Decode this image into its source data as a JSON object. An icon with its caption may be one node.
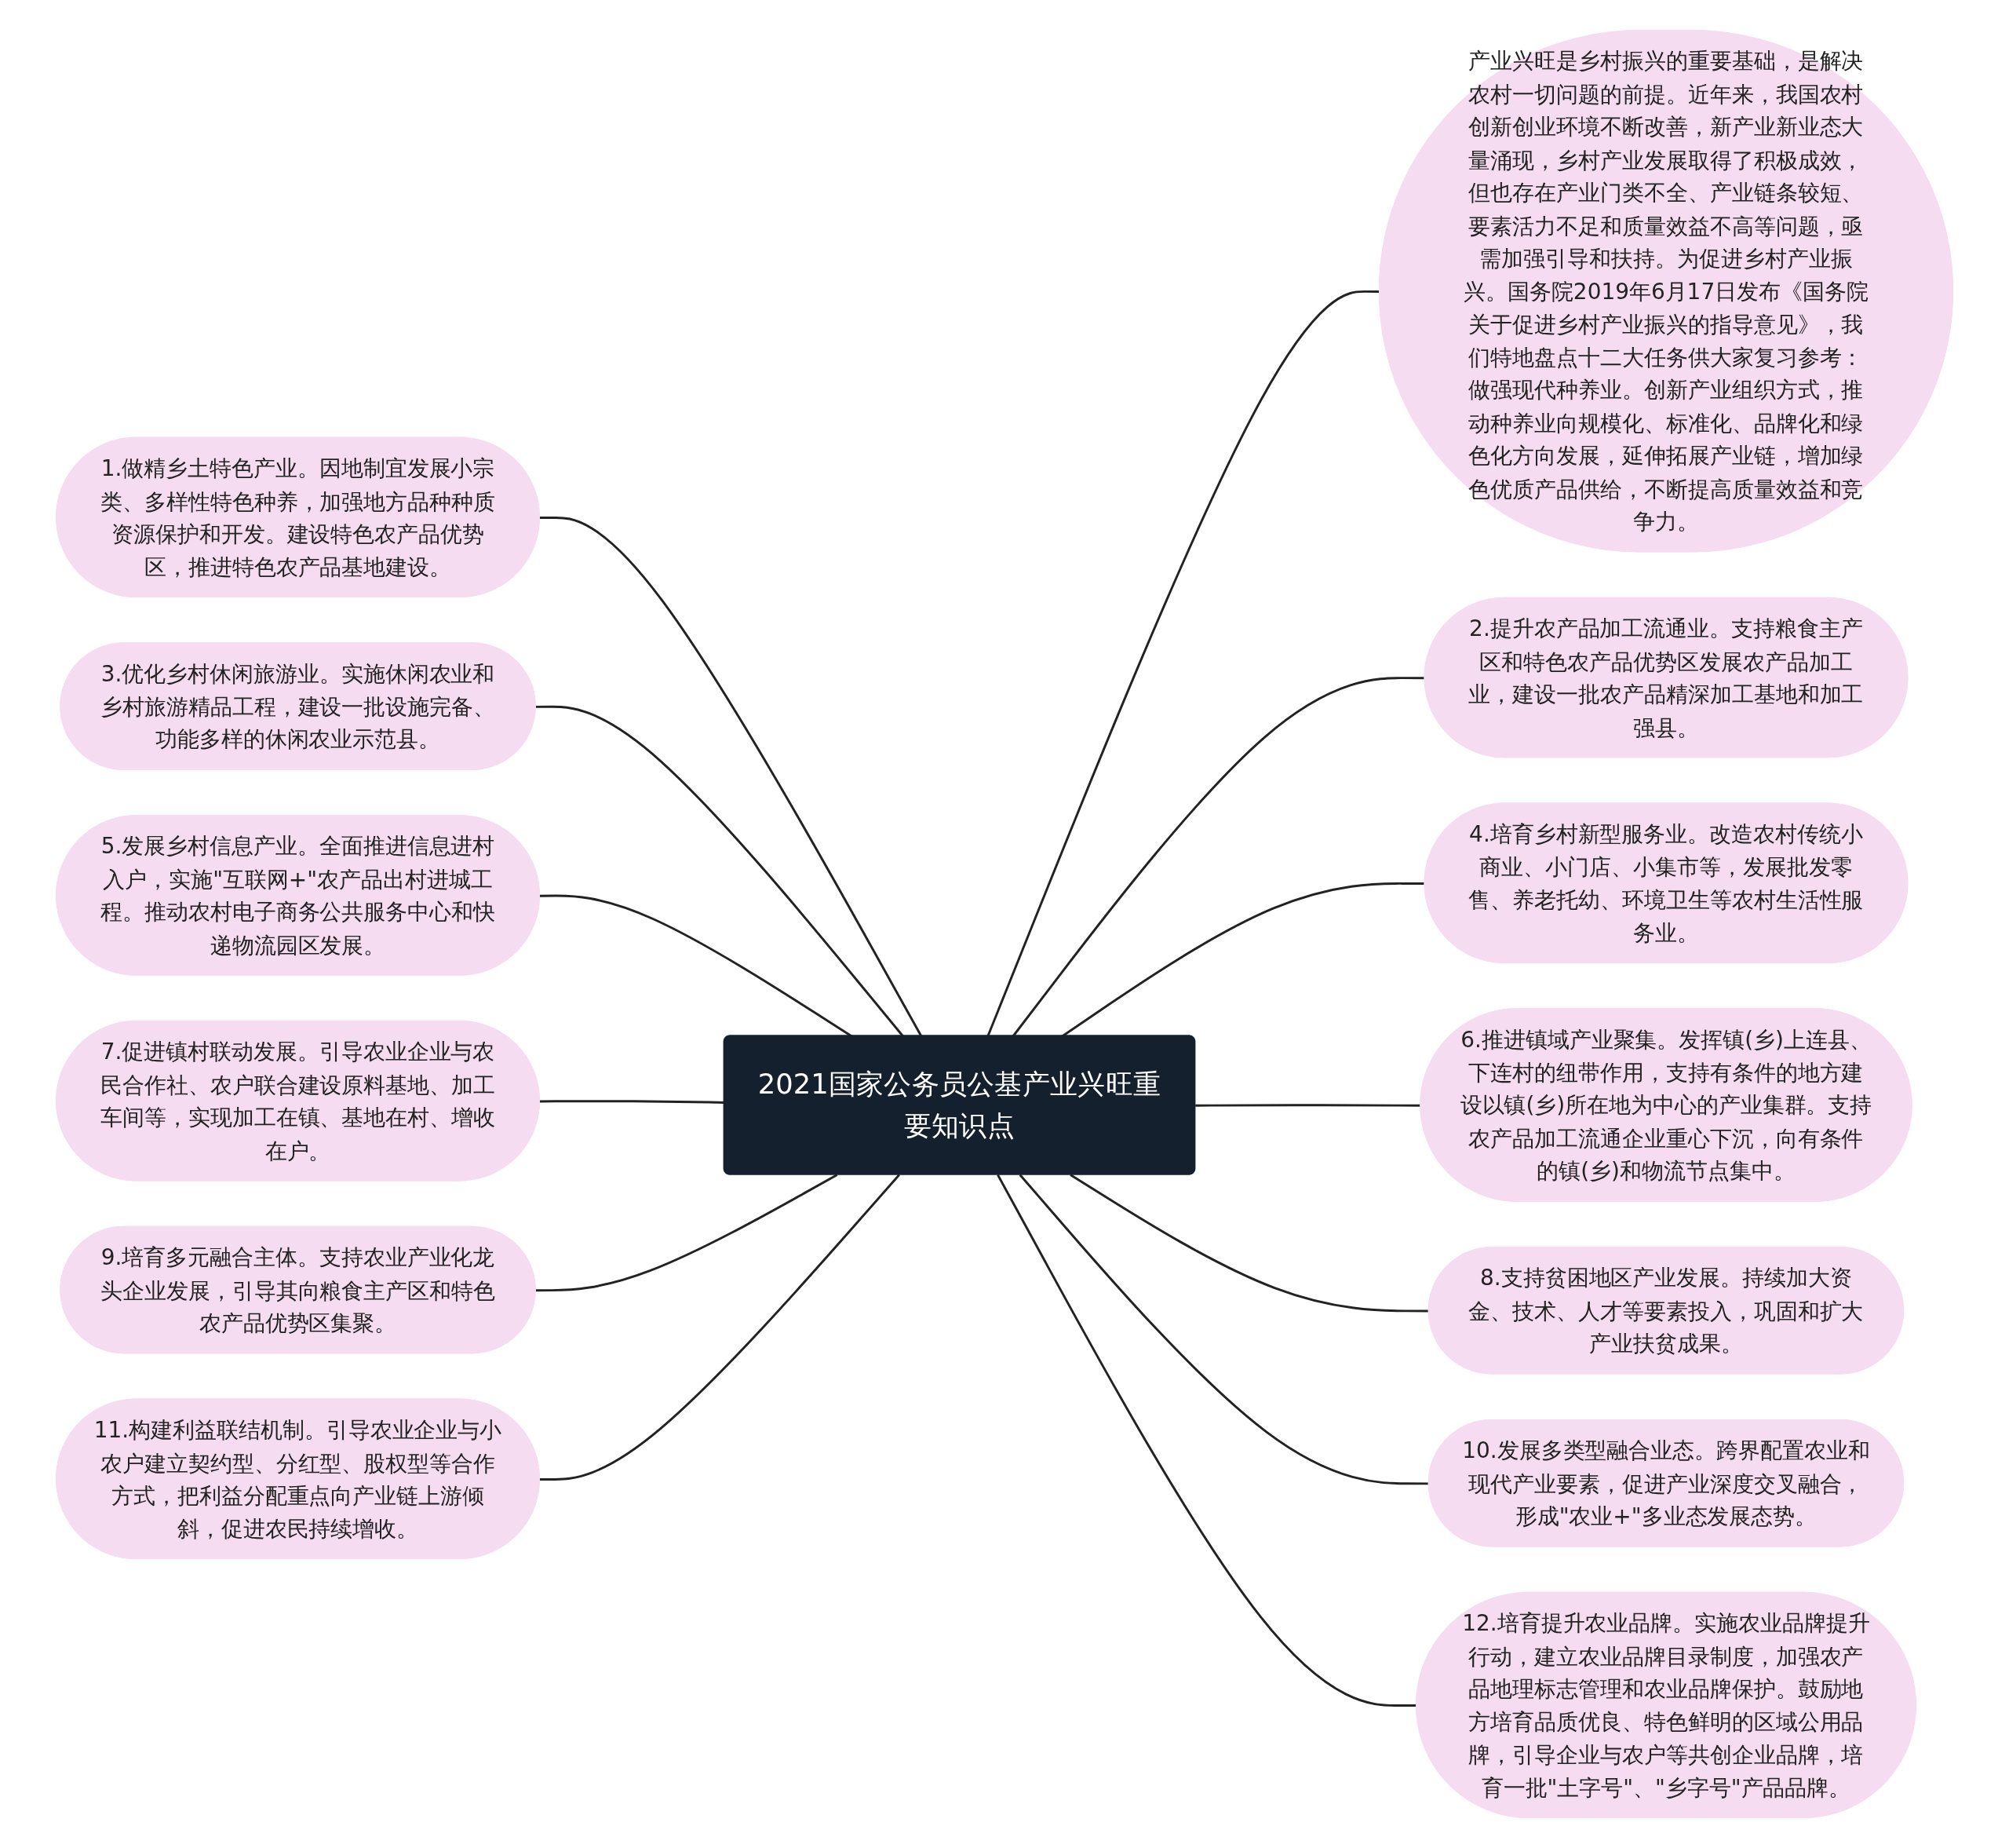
{
  "diagram": {
    "nodes": [
      {
        "text": [
          "2021国家公务员公基产业兴旺重要知识点"
        ]
      },
      {
        "text": [
          "产业兴旺是乡村振兴的重要基础，是解决农村一切问题的前提。近年来，我国农村创新创业环境不断改善，新产业新业态大量涌现，乡村产业发展取得了积极成效，但也存在产业门类不全、产业链条较短、要素活力不足和质量效益不高等问题，亟需加强引导和扶持。为促进乡村产业振兴。国务院2019年6月17日发布《国务院关于促进乡村产业振兴的指导意见》，我们特地盘点十二大任务供大家复习参考：做强现代种养业。创新产业组织方式，推动种养业向规模化、标准化、品牌化和绿色化方向发展，延伸拓展产业链，增加绿色优质产品供给，不断提高质量效益和竞争力。"
        ]
      },
      {
        "text": [
          "1.做精乡土特色产业。因地制宜发展小宗类、多样性特色种养，加强地方品种种质资源保护和开发。建设特色农产品优势区，推进特色农产品基地建设。"
        ]
      },
      {
        "text": [
          "2.提升农产品加工流通业。支持粮食主产区和特色农产品优势区发展农产品加工业，建设一批农产品精深加工基地和加工强县。"
        ]
      },
      {
        "text": [
          "3.优化乡村休闲旅游业。实施休闲农业和乡村旅游精品工程，建设一批设施完备、功能多样的休闲农业示范县。"
        ]
      },
      {
        "text": [
          "4.培育乡村新型服务业。改造农村传统小商业、小门店、小集市等，发展批发零售、养老托幼、环境卫生等农村生活性服务业。"
        ]
      },
      {
        "text": [
          "5.发展乡村信息产业。全面推进信息进村入户，实施\"互联网+\"农产品出村进城工程。推动农村电子商务公共服务中心和快递物流园区发展。"
        ]
      },
      {
        "text": [
          "6.推进镇域产业聚集。发挥镇(乡)上连县、下连村的纽带作用，支持有条件的地方建设以镇(乡)所在地为中心的产业集群。支持农产品加工流通企业重心下沉，向有条件的镇(乡)和物流节点集中。"
        ]
      },
      {
        "text": [
          "7.促进镇村联动发展。引导农业企业与农民合作社、农户联合建设原料基地、加工车间等，实现加工在镇、基地在村、增收在户。"
        ]
      },
      {
        "text": [
          "8.支持贫困地区产业发展。持续加大资金、技术、人才等要素投入，巩固和扩大产业扶贫成果。"
        ]
      },
      {
        "text": [
          "9.培育多元融合主体。支持农业产业化龙头企业发展，引导其向粮食主产区和特色农产品优势区集聚。"
        ]
      },
      {
        "text": [
          "10.发展多类型融合业态。跨界配置农业和现代产业要素，促进产业深度交叉融合，形成\"农业+\"多业态发展态势。"
        ]
      },
      {
        "text": [
          "11.构建利益联结机制。引导农业企业与小农户建立契约型、分红型、股权型等合作方式，把利益分配重点向产业链上游倾斜，促进农民持续增收。"
        ]
      },
      {
        "text": [
          "12.培育提升农业品牌。实施农业品牌提升行动，建立农业品牌目录制度，加强农产品地理标志管理和农业品牌保护。鼓励地方培育品质优良、特色鲜明的区域公用品牌，引导企业与农户等共创企业品牌，培育一批\"土字号\"、\"乡字号\"产品品牌。"
        ]
      }
    ],
    "edges": [
      {
        "from": 0,
        "to": 1,
        "arrow": "none"
      },
      {
        "from": 0,
        "to": 2,
        "arrow": "none"
      },
      {
        "from": 0,
        "to": 3,
        "arrow": "none"
      },
      {
        "from": 0,
        "to": 4,
        "arrow": "none"
      },
      {
        "from": 0,
        "to": 5,
        "arrow": "none"
      },
      {
        "from": 0,
        "to": 6,
        "arrow": "none"
      },
      {
        "from": 0,
        "to": 7,
        "arrow": "none"
      },
      {
        "from": 0,
        "to": 8,
        "arrow": "none"
      },
      {
        "from": 0,
        "to": 9,
        "arrow": "none"
      },
      {
        "from": 0,
        "to": 10,
        "arrow": "none"
      },
      {
        "from": 0,
        "to": 11,
        "arrow": "none"
      },
      {
        "from": 0,
        "to": 12,
        "arrow": "none"
      },
      {
        "from": 0,
        "to": 13,
        "arrow": "none"
      }
    ]
  }
}
